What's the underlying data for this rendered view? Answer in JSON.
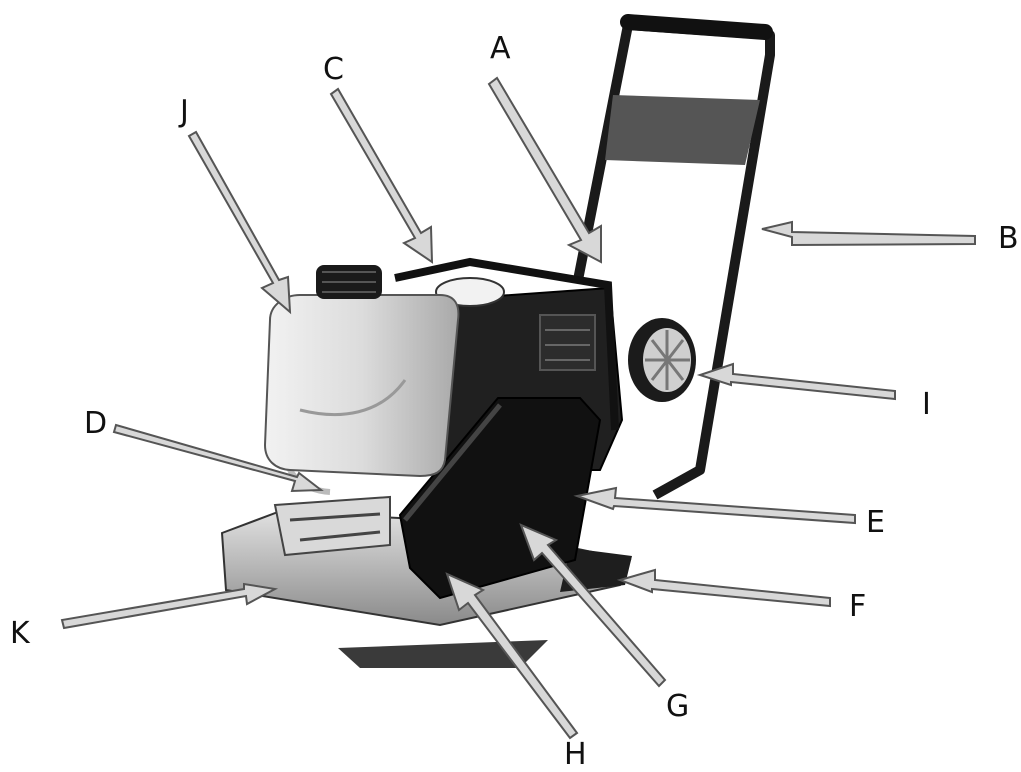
{
  "callouts": [
    {
      "id": "a",
      "label": "A",
      "part": "handle-mount"
    },
    {
      "id": "b",
      "label": "B",
      "part": "handle"
    },
    {
      "id": "c",
      "label": "C",
      "part": "engine-frame"
    },
    {
      "id": "d",
      "label": "D",
      "part": "water-hose"
    },
    {
      "id": "e",
      "label": "E",
      "part": "belt-guard"
    },
    {
      "id": "f",
      "label": "F",
      "part": "base-plate-rear"
    },
    {
      "id": "g",
      "label": "G",
      "part": "belt-cover"
    },
    {
      "id": "h",
      "label": "H",
      "part": "cover-edge"
    },
    {
      "id": "i",
      "label": "I",
      "part": "wheel"
    },
    {
      "id": "j",
      "label": "J",
      "part": "water-tank"
    },
    {
      "id": "k",
      "label": "K",
      "part": "base-plate"
    }
  ]
}
